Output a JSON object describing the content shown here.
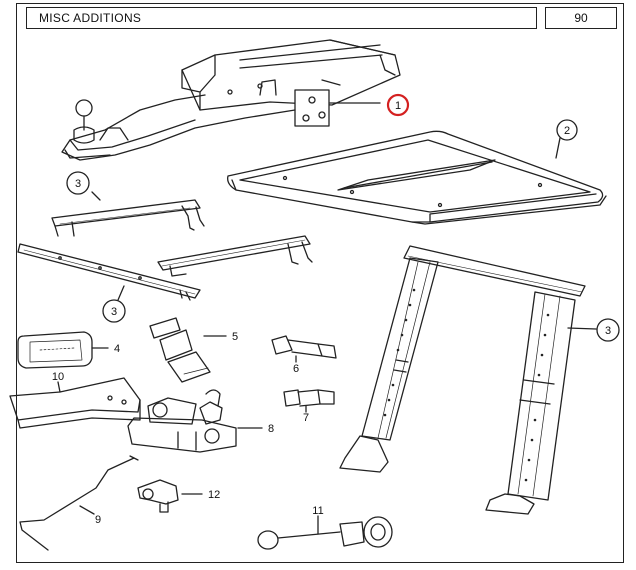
{
  "header": {
    "title": "MISC ADDITIONS",
    "page": "90"
  },
  "callouts": {
    "c1": "1",
    "c2": "2",
    "c3a": "3",
    "c3b": "3",
    "c3c": "3",
    "l4": "4",
    "l5": "5",
    "l6": "6",
    "l7": "7",
    "l8": "8",
    "l9": "9",
    "l10": "10",
    "l11": "11",
    "l12": "12"
  },
  "colors": {
    "line": "#222222",
    "highlight": "#d42020"
  }
}
